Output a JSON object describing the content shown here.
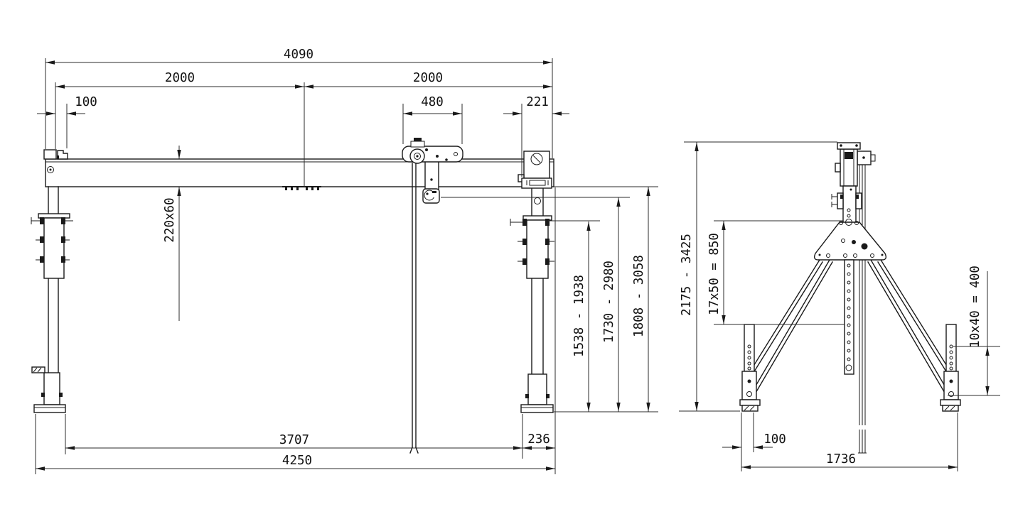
{
  "colors": {
    "background": "#ffffff",
    "line": "#1a1a1a"
  },
  "drawing": {
    "front_view": {
      "dimensions": {
        "top_overall": "4090",
        "span_left": "2000",
        "span_right": "2000",
        "end_offset": "100",
        "trolley_width": "480",
        "beam_overhang": "221",
        "beam_section": "220x60",
        "height_range_1": "1538 - 1938",
        "height_range_2": "1730 - 2980",
        "height_range_3": "1808 - 3058",
        "base_inner": "3707",
        "foot_width": "236",
        "base_overall": "4250"
      }
    },
    "side_view": {
      "dimensions": {
        "height_range": "2175 - 3425",
        "mast_hole_pattern": "17x50 = 850",
        "leg_hole_pattern": "10x40 = 400",
        "foot_offset": "100",
        "base_width": "1736"
      }
    }
  }
}
